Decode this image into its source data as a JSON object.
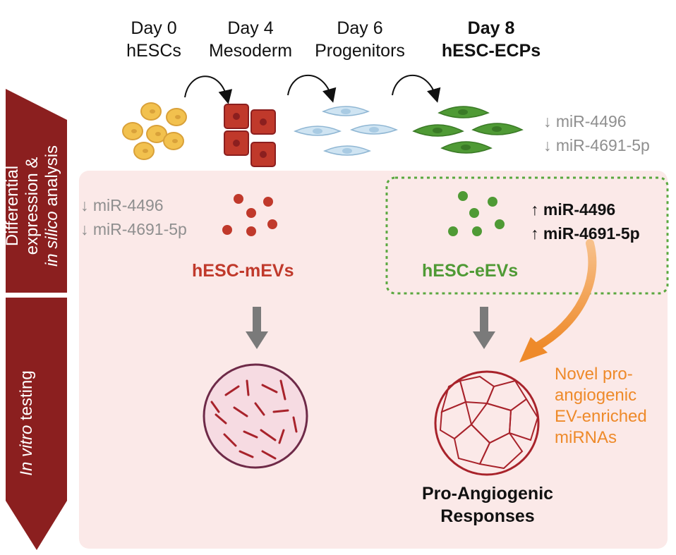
{
  "stages": [
    {
      "day": "Day 0",
      "name": "hESCs"
    },
    {
      "day": "Day 4",
      "name": "Mesoderm"
    },
    {
      "day": "Day 6",
      "name": "Progenitors"
    },
    {
      "day": "Day 8",
      "name": "hESC-ECPs"
    }
  ],
  "sidebar": {
    "top_line1": "Differential",
    "top_line2": "expression &",
    "top_line3_italic": "in silico",
    "top_line3_rest": " analysis",
    "bottom_italic": "In vitro",
    "bottom_rest": " testing"
  },
  "ecp_mirnas": [
    "↓ miR-4496",
    "↓ miR-4691-5p"
  ],
  "mev_mirnas": [
    "↓ miR-4496",
    "↓ miR-4691-5p"
  ],
  "eev_mirnas": [
    "↑ miR-4496",
    "↑ miR-4691-5p"
  ],
  "mev_label": "hESC-mEVs",
  "eev_label": "hESC-eEVs",
  "novel_note": [
    "Novel pro-",
    "angiogenic",
    "EV-enriched",
    "miRNAs"
  ],
  "responses": [
    "Pro-Angiogenic",
    "Responses"
  ],
  "colors": {
    "sidebar": "#8b1f1f",
    "panel": "#fbe9e8",
    "mev_red": "#c0392b",
    "eev_green": "#4f9a35",
    "orange": "#ee8a2a",
    "hesc_yellow": "#f2c14e",
    "progenitor_blue": "#cfe4f2"
  }
}
